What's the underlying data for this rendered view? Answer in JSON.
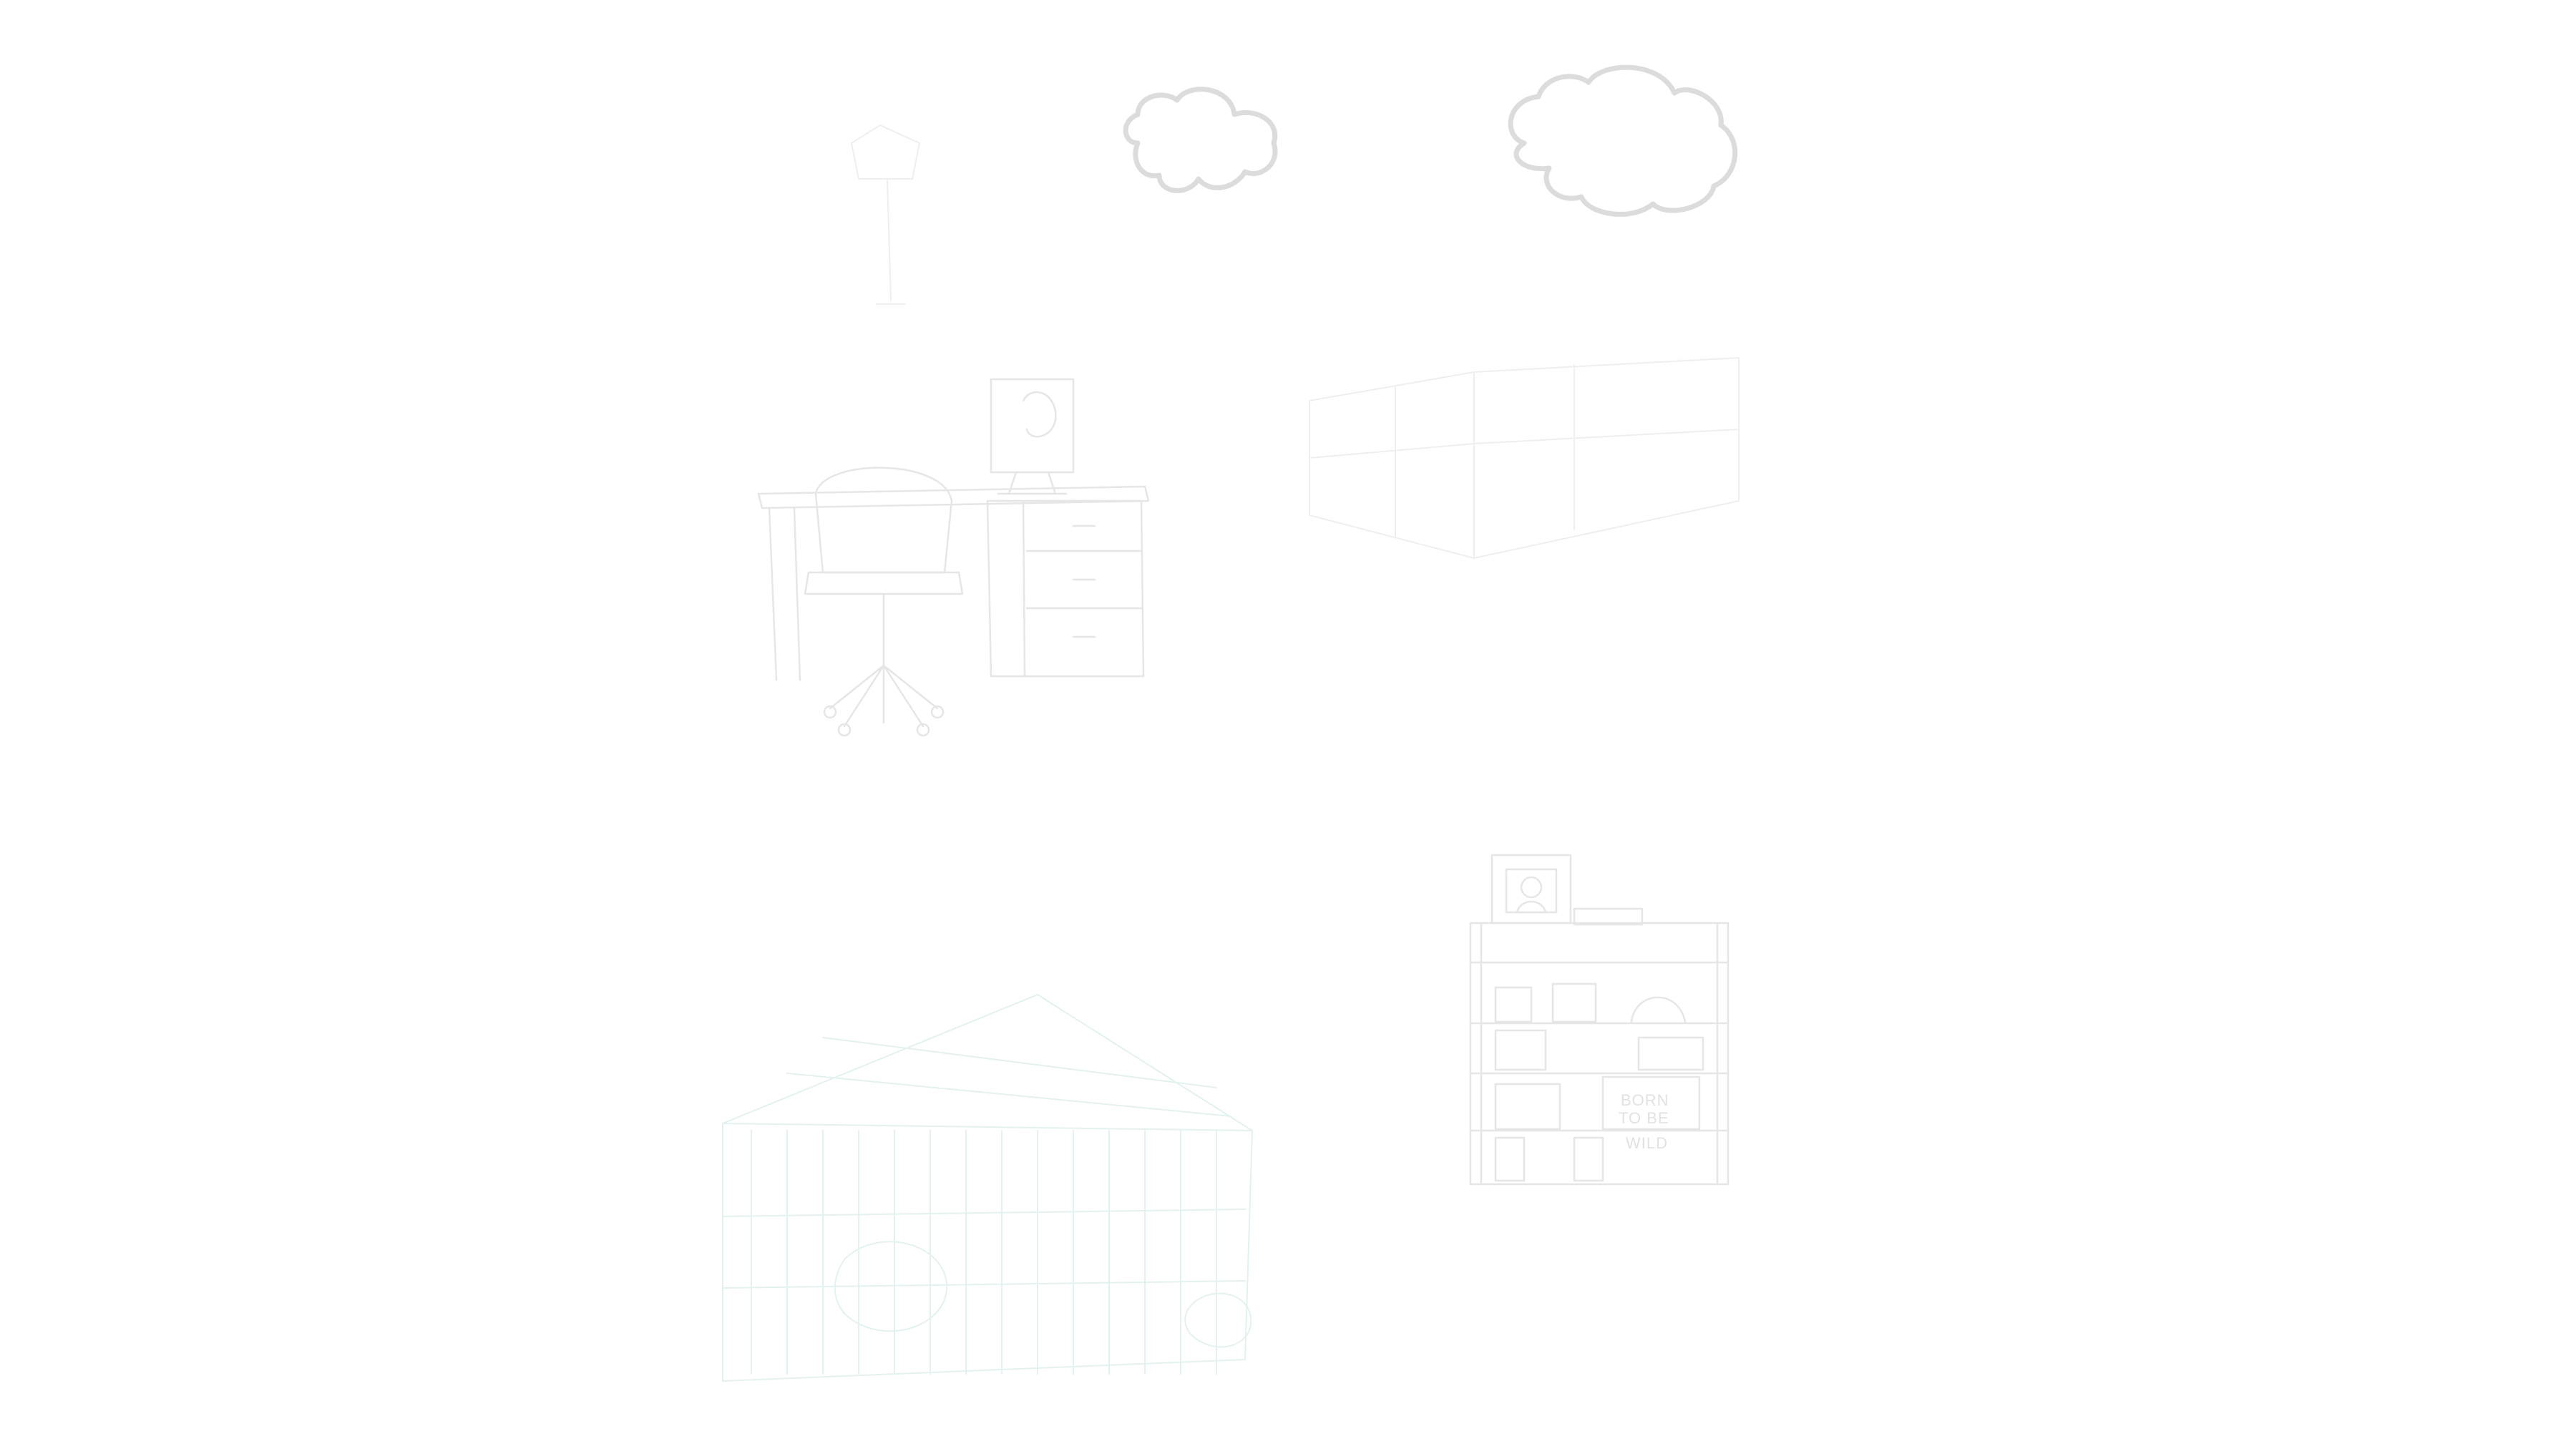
{
  "scene": {
    "background": "#ffffff",
    "stroke_color": "#e6e6e6",
    "cloud_color": "#dcdcdc",
    "poster": {
      "line1": "BORN",
      "line2": "TO BE",
      "line3": "WILD"
    }
  }
}
